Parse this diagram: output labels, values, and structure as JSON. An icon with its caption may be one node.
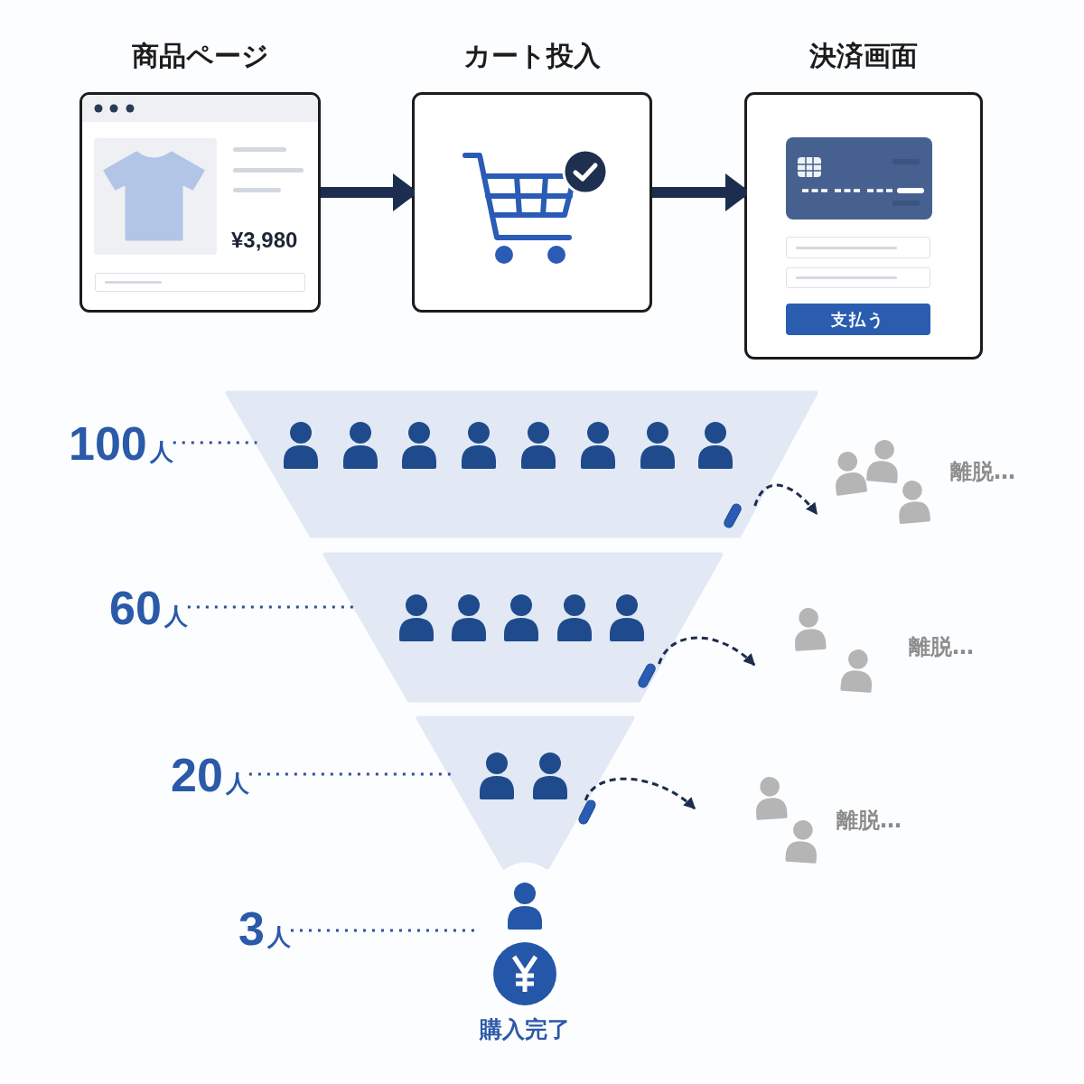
{
  "diagram": {
    "nodes": [
      {
        "text": [
          "商品ページ",
          "¥3,980"
        ]
      },
      {
        "text": [
          "カート投入"
        ]
      },
      {
        "text": [
          "決済画面",
          "支払う"
        ]
      },
      {
        "text": [
          "100人"
        ]
      },
      {
        "text": [],
        "shape": "trapezoid"
      },
      {
        "text": [
          "離脱…"
        ]
      },
      {
        "text": [
          "60人"
        ]
      },
      {
        "text": [],
        "shape": "trapezoid"
      },
      {
        "text": [
          "離脱…"
        ]
      },
      {
        "text": [
          "20人"
        ]
      },
      {
        "text": [],
        "shape": "trapezoid"
      },
      {
        "text": [
          "離脱…"
        ]
      },
      {
        "text": [
          "3人"
        ]
      },
      {
        "text": [
          "購入完了"
        ]
      }
    ],
    "edges": [
      {
        "from": 0,
        "to": 1,
        "arrow": "to",
        "style": "thick"
      },
      {
        "from": 1,
        "to": 2,
        "arrow": "to",
        "style": "thick"
      },
      {
        "from": 3,
        "to": 4,
        "arrow": "none",
        "style": "dashed",
        "color": "#2b4f95"
      },
      {
        "from": 4,
        "to": 5,
        "arrow": "to",
        "style": "dashed"
      },
      {
        "from": 6,
        "to": 7,
        "arrow": "none",
        "style": "dashed",
        "color": "#2b4f95"
      },
      {
        "from": 7,
        "to": 8,
        "arrow": "to",
        "style": "dashed"
      },
      {
        "from": 9,
        "to": 10,
        "arrow": "none",
        "style": "dashed",
        "color": "#2b4f95"
      },
      {
        "from": 10,
        "to": 11,
        "arrow": "to",
        "style": "dashed"
      },
      {
        "from": 12,
        "to": 13,
        "arrow": "none",
        "style": "dashed",
        "color": "#2b4f95"
      }
    ]
  }
}
